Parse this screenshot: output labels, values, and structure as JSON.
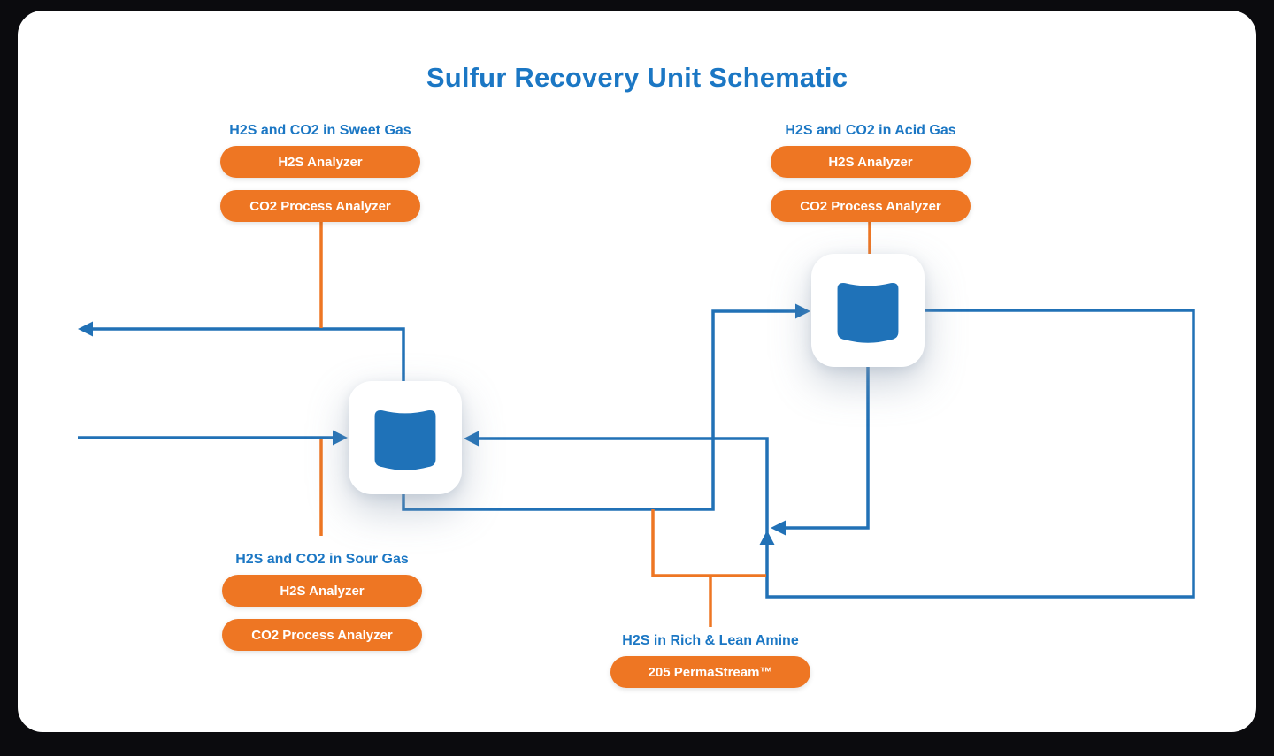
{
  "title": "Sulfur Recovery Unit Schematic",
  "colors": {
    "page_bg": "#0B0B0E",
    "card_bg": "#FFFFFF",
    "accent_orange": "#EE7623",
    "line_blue": "#2171B6",
    "text_blue": "#1B77C4",
    "tank_blue": "#1F72B8",
    "button_text": "#FFFFFF"
  },
  "groups": {
    "sweet_gas": {
      "label": "H2S and CO2 in Sweet Gas",
      "buttons": [
        "H2S Analyzer",
        "CO2 Process Analyzer"
      ]
    },
    "acid_gas": {
      "label": "H2S and CO2 in Acid Gas",
      "buttons": [
        "H2S Analyzer",
        "CO2 Process Analyzer"
      ]
    },
    "sour_gas": {
      "label": "H2S and CO2 in Sour Gas",
      "buttons": [
        "H2S Analyzer",
        "CO2 Process Analyzer"
      ]
    },
    "amine": {
      "label": "H2S in Rich & Lean Amine",
      "buttons": [
        "205 PermaStream™"
      ]
    }
  },
  "diagram": {
    "tanks": [
      "absorber-tank",
      "regenerator-tank"
    ],
    "flow_lines": [
      "sweet-gas-out-line",
      "sour-gas-feed-line",
      "rich-amine-transfer-line",
      "lean-amine-loop-line",
      "regenerator-bottom-line",
      "sweet-gas-sample-tap",
      "acid-gas-sample-tap",
      "sour-gas-sample-tap",
      "amine-sample-tap"
    ]
  }
}
